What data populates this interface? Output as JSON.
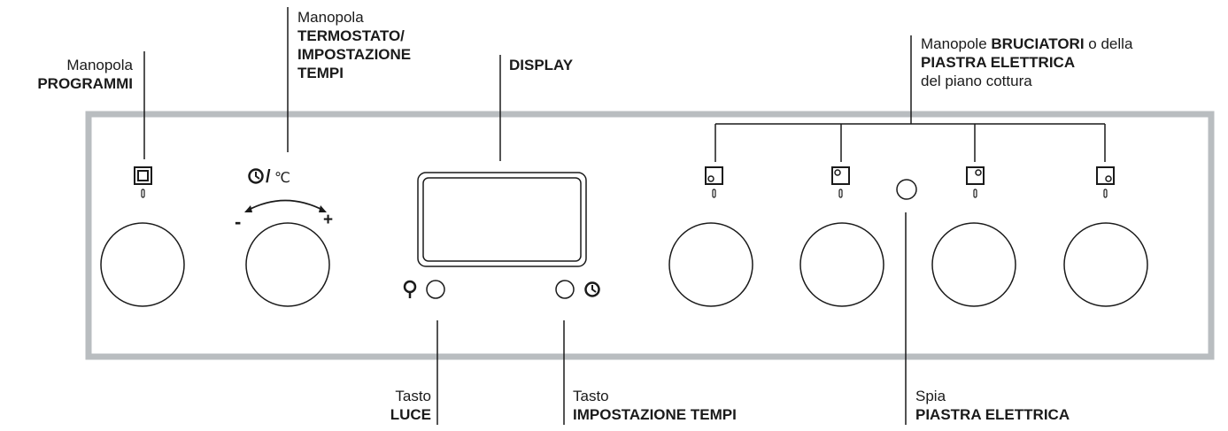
{
  "labels": {
    "programmi": {
      "line1": "Manopola",
      "line2": "PROGRAMMI"
    },
    "termostato": {
      "line1": "Manopola",
      "line2": "TERMOSTATO/",
      "line3": "IMPOSTAZIONE",
      "line4": "TEMPI"
    },
    "display": {
      "line1": "DISPLAY"
    },
    "bruciatori": {
      "prefix": "Manopole",
      "bold1": "BRUCIATORI",
      "mid": "o della",
      "bold2": "PIASTRA ELETTRICA",
      "line3": "del piano cottura"
    },
    "luce": {
      "line1": "Tasto",
      "line2": "LUCE"
    },
    "tempi": {
      "line1": "Tasto",
      "line2": "IMPOSTAZIONE TEMPI"
    },
    "spia": {
      "line1": "Spia",
      "line2": "PIASTRA ELETTRICA"
    }
  },
  "thermostat_symbol": {
    "separator": "/",
    "unit": "℃",
    "minus": "-",
    "plus": "+"
  },
  "icons": {
    "programs": "square-program-icon",
    "timer": "clock-icon",
    "light": "bulb-icon",
    "burner_front_left": "burner-front-left-icon",
    "burner_rear_left": "burner-rear-left-icon",
    "burner_rear_right": "burner-rear-right-icon",
    "burner_front_right": "burner-front-right-icon"
  },
  "colors": {
    "panel_border": "#b9bdc0",
    "ink": "#1a1a1a"
  }
}
